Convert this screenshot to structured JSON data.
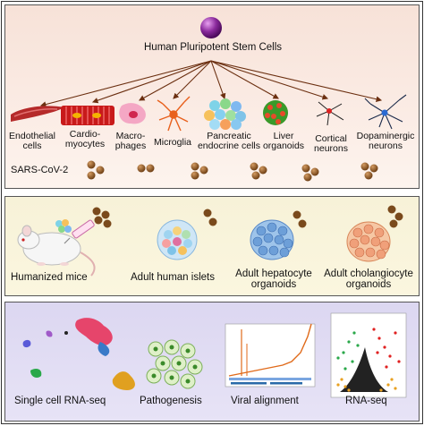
{
  "top_panel": {
    "root_label": "Human Pluripotent Stem Cells",
    "cell_types": [
      {
        "line1": "Endothelial",
        "line2": "cells"
      },
      {
        "line1": "Cardio-",
        "line2": "myocytes"
      },
      {
        "line1": "Macro-",
        "line2": "phages"
      },
      {
        "line1": "Microglia",
        "line2": ""
      },
      {
        "line1": "Pancreatic",
        "line2": "endocrine cells"
      },
      {
        "line1": "Liver",
        "line2": "organoids"
      },
      {
        "line1": "Cortical",
        "line2": "neurons"
      },
      {
        "line1": "Dopaminergic",
        "line2": "neurons"
      }
    ],
    "virus_label": "SARS-CoV-2"
  },
  "middle_panel": {
    "models": [
      {
        "line1": "Humanized mice",
        "line2": ""
      },
      {
        "line1": "Adult human islets",
        "line2": ""
      },
      {
        "line1": "Adult hepatocyte",
        "line2": "organoids"
      },
      {
        "line1": "Adult cholangiocyte",
        "line2": "organoids"
      }
    ]
  },
  "bottom_panel": {
    "analyses": [
      "Single cell RNA-seq",
      "Pathogenesis",
      "Viral alignment",
      "RNA-seq"
    ]
  },
  "colors": {
    "top_bg": "#f7e2d8",
    "middle_bg": "#f7f2d8",
    "bottom_bg": "#dcd7f1",
    "stem_cell": "#8a2a9c",
    "virus": "#8b5a2b"
  }
}
